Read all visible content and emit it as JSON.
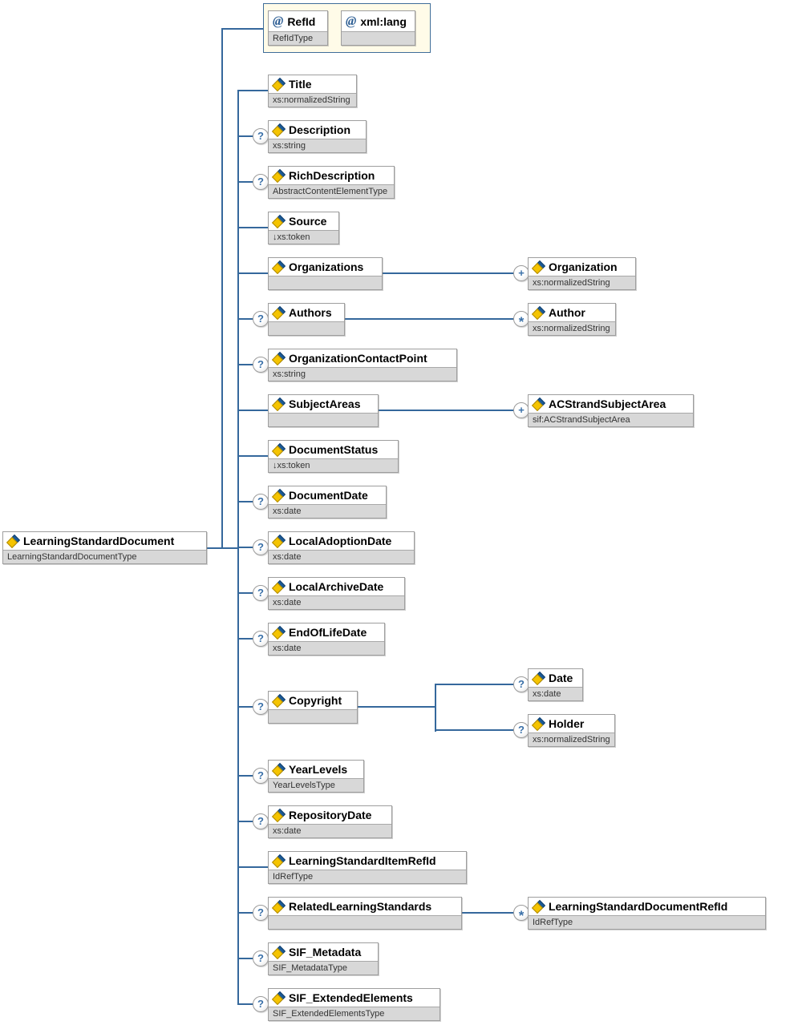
{
  "glyphs": {
    "attribute": "@",
    "optional": "?",
    "one_or_more": "+",
    "zero_or_more": "*"
  },
  "root": {
    "name": "LearningStandardDocument",
    "type": "LearningStandardDocumentType"
  },
  "attributes": {
    "items": [
      {
        "name": "RefId",
        "type": "RefIdType"
      },
      {
        "name": "xml:lang",
        "type": ""
      }
    ]
  },
  "children": [
    {
      "name": "Title",
      "type": "xs:normalizedString",
      "indicator": ""
    },
    {
      "name": "Description",
      "type": "xs:string",
      "indicator": "?"
    },
    {
      "name": "RichDescription",
      "type": "AbstractContentElementType",
      "indicator": "?"
    },
    {
      "name": "Source",
      "type": "↓xs:token",
      "indicator": ""
    },
    {
      "name": "Organizations",
      "type": "",
      "indicator": ""
    },
    {
      "name": "Authors",
      "type": "",
      "indicator": "?"
    },
    {
      "name": "OrganizationContactPoint",
      "type": "xs:string",
      "indicator": "?"
    },
    {
      "name": "SubjectAreas",
      "type": "",
      "indicator": ""
    },
    {
      "name": "DocumentStatus",
      "type": "↓xs:token",
      "indicator": ""
    },
    {
      "name": "DocumentDate",
      "type": "xs:date",
      "indicator": "?"
    },
    {
      "name": "LocalAdoptionDate",
      "type": "xs:date",
      "indicator": "?"
    },
    {
      "name": "LocalArchiveDate",
      "type": "xs:date",
      "indicator": "?"
    },
    {
      "name": "EndOfLifeDate",
      "type": "xs:date",
      "indicator": "?"
    },
    {
      "name": "Copyright",
      "type": "",
      "indicator": "?"
    },
    {
      "name": "YearLevels",
      "type": "YearLevelsType",
      "indicator": "?"
    },
    {
      "name": "RepositoryDate",
      "type": "xs:date",
      "indicator": "?"
    },
    {
      "name": "LearningStandardItemRefId",
      "type": "IdRefType",
      "indicator": ""
    },
    {
      "name": "RelatedLearningStandards",
      "type": "",
      "indicator": "?"
    },
    {
      "name": "SIF_Metadata",
      "type": "SIF_MetadataType",
      "indicator": "?"
    },
    {
      "name": "SIF_ExtendedElements",
      "type": "SIF_ExtendedElementsType",
      "indicator": "?"
    }
  ],
  "grandchildren": [
    {
      "parent": "Organizations",
      "name": "Organization",
      "type": "xs:normalizedString",
      "indicator": "+"
    },
    {
      "parent": "Authors",
      "name": "Author",
      "type": "xs:normalizedString",
      "indicator": "*"
    },
    {
      "parent": "SubjectAreas",
      "name": "ACStrandSubjectArea",
      "type": "sif:ACStrandSubjectArea",
      "indicator": "+"
    },
    {
      "parent": "Copyright",
      "name": "Date",
      "type": "xs:date",
      "indicator": "?"
    },
    {
      "parent": "Copyright",
      "name": "Holder",
      "type": "xs:normalizedString",
      "indicator": "?"
    },
    {
      "parent": "RelatedLearningStandards",
      "name": "LearningStandardDocumentRefId",
      "type": "IdRefType",
      "indicator": "*"
    }
  ]
}
